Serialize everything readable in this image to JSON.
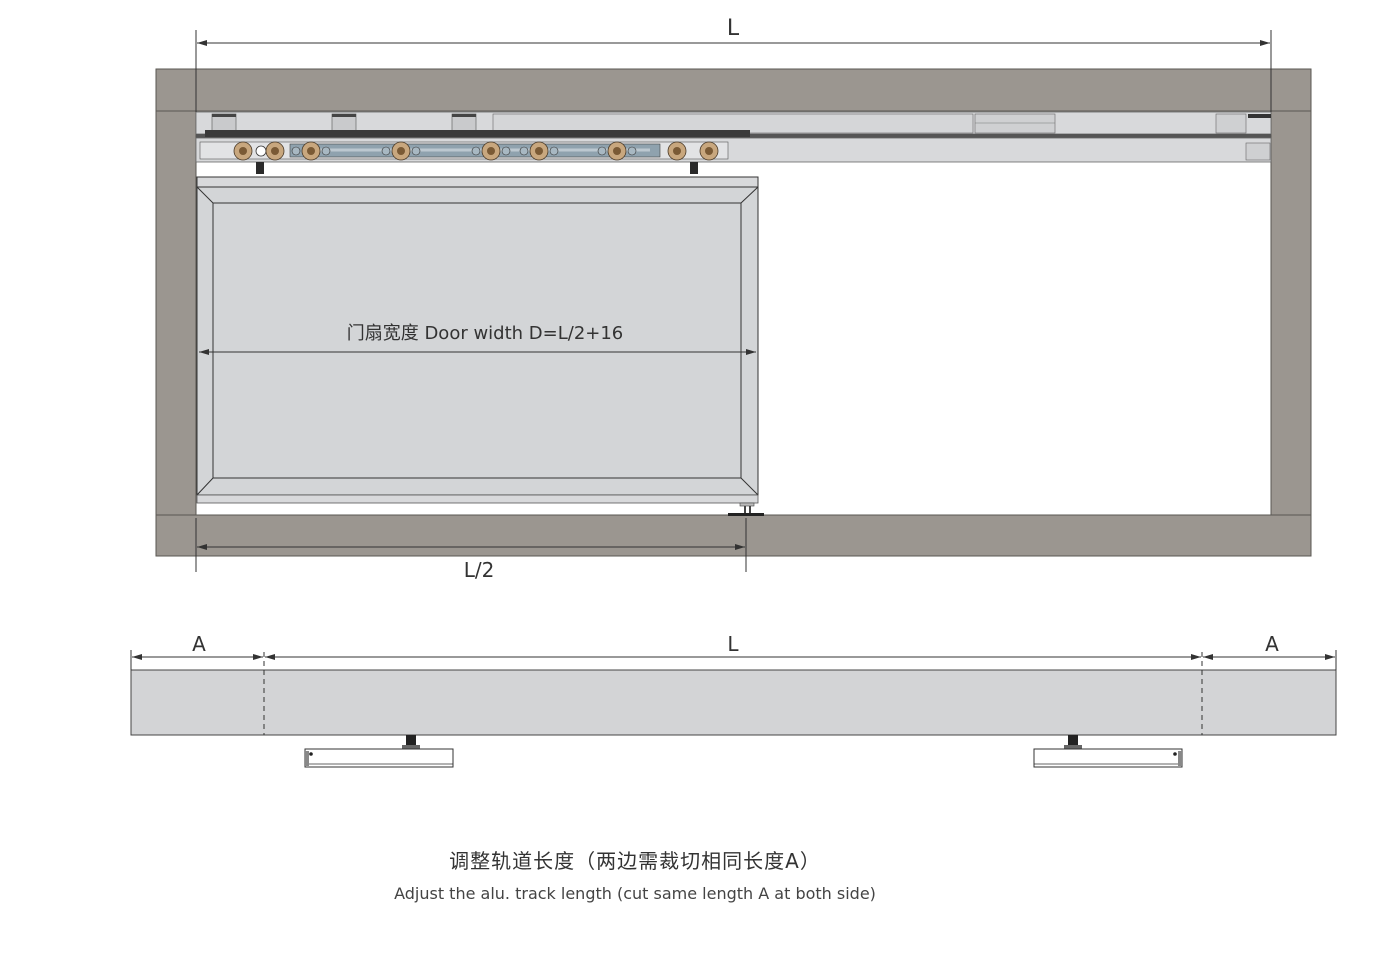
{
  "colors": {
    "wall": "#9b9690",
    "wall_stroke": "#5a5752",
    "door_panel": "#d3d5d7",
    "door_stroke": "#3c3c3c",
    "track": "#d8d9db",
    "roller": "#c8a77e",
    "roller_core": "#7a5a35",
    "carriage": "#8fa2ae",
    "dim_line": "#333333"
  },
  "top_view": {
    "dimension_L": "L",
    "door_width_label": "门扇宽度 Door width D=L/2+16",
    "dimension_half_L": "L/2",
    "rollers_x": [
      243,
      275,
      311,
      401,
      491,
      539,
      617,
      677,
      709
    ]
  },
  "track_view": {
    "dim_A_left": "A",
    "dim_L": "L",
    "dim_A_right": "A"
  },
  "caption": {
    "chinese": "调整轨道长度（两边需裁切相同长度A）",
    "english": "Adjust the alu. track length (cut same length A at both side)"
  }
}
